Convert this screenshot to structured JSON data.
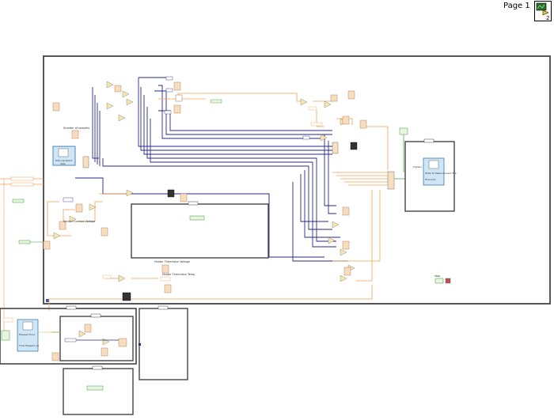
{
  "header": {
    "page_label": "Page 1",
    "icon_name": "vi-icon",
    "icon_badge": "2"
  },
  "colors": {
    "orange_wire": "#f0a050",
    "blue_wire": "#2a2a8a",
    "green_wire": "#3c9a3c",
    "frame": "#444444"
  },
  "labels": {
    "daq_assistant": "DAQ Assistant",
    "data": "data",
    "elapsed_time": "Elapsed Time",
    "time_elapsed": "Time Elapsed (s)",
    "write_to_measurement_file": "Write To Measurement File",
    "signals": "Signals",
    "filename": "Filename",
    "heater_thermistor_voltage": "Heater Thermistor Voltage",
    "heater_thermistor_temp": "Heater Thermistor Temp",
    "second_surface_voltage": "Second Surface Voltage",
    "number_of_samples": "Number of samples",
    "stop": "stop"
  }
}
